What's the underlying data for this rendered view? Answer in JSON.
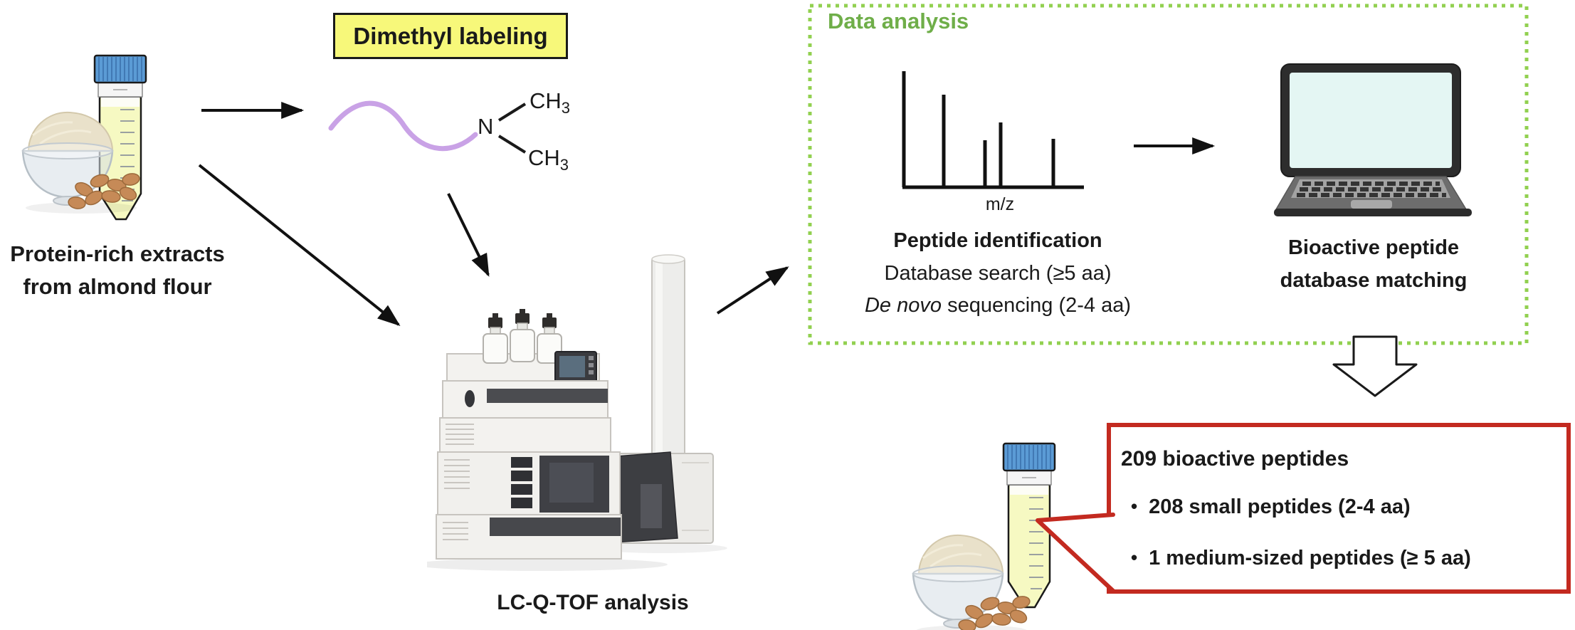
{
  "figure": {
    "sample_left": {
      "label_line1": "Protein-rich extracts",
      "label_line2": "from almond flour"
    },
    "dimethyl_box": {
      "label": "Dimethyl labeling",
      "bg_color": "#f7f87a"
    },
    "chemistry": {
      "n_atom": "N",
      "ch": "CH",
      "sub3": "3",
      "squiggle_color": "#c9a2e6"
    },
    "instrument": {
      "label": "LC-Q-TOF analysis"
    },
    "data_analysis_panel": {
      "title": "Data analysis",
      "title_color": "#6fae49",
      "border_color": "#92d050",
      "spectrum_xlabel": "m/z",
      "peptide_identification": {
        "title": "Peptide identification",
        "line2": "Database search (≥5 aa)",
        "line3_italic": "De novo",
        "line3_rest": " sequencing (2-4 aa)"
      },
      "matching": {
        "line1": "Bioactive peptide",
        "line2": "database matching"
      }
    },
    "results_box": {
      "border_color": "#c32a20",
      "title": "209 bioactive peptides",
      "bullet_char": "•",
      "bullets": [
        "208 small peptides (2-4 aa)",
        "1 medium-sized peptides (≥ 5 aa)"
      ]
    }
  },
  "chart_data": {
    "type": "bar",
    "title": "Schematic mass spectrum",
    "xlabel": "m/z",
    "ylabel": "",
    "x_relative": [
      0.22,
      0.45,
      0.54,
      0.83
    ],
    "height_relative": [
      0.8,
      0.4,
      0.56,
      0.42
    ],
    "axis_labeled": false,
    "note": "unlabeled stick spectrum sketch inside Data analysis panel"
  }
}
